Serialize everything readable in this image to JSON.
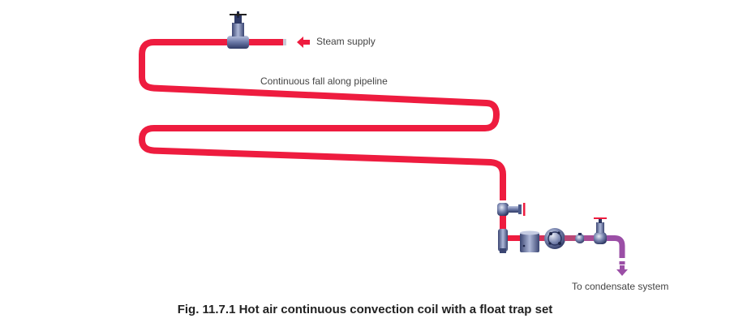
{
  "labels": {
    "steam_supply": "Steam supply",
    "fall": "Continuous fall along pipeline",
    "condensate": "To condensate system"
  },
  "caption": "Fig. 11.7.1 Hot air continuous convection coil with a float trap set",
  "colors": {
    "steam_pipe": "#ee1c3f",
    "condensate_pipe": "#9b4fa6",
    "mixed_pipe": "#c43a6d",
    "fitting": "#4a5a8a",
    "fitting_light": "#9aa6c8",
    "text": "#444444"
  },
  "components": [
    "stop-valve-inlet",
    "steam-supply-arrow",
    "coil-pipe",
    "strainer",
    "isolation-valve",
    "strainer-tee",
    "separator",
    "float-trap",
    "sight-glass",
    "outlet-valve",
    "condensate-arrow"
  ]
}
